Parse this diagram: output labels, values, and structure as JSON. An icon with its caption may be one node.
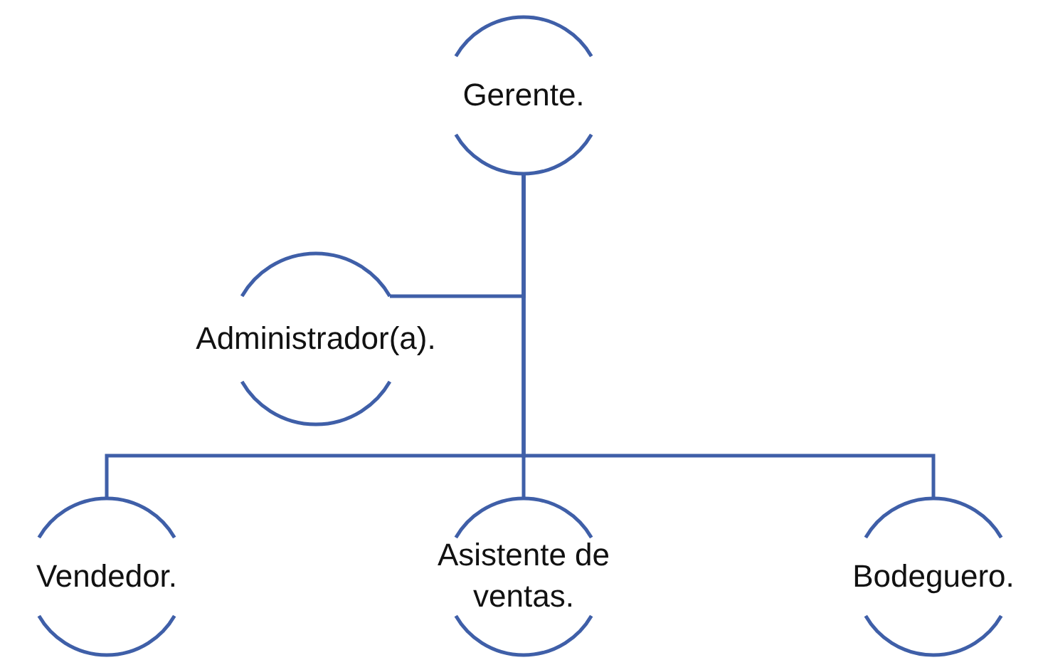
{
  "diagram": {
    "nodes": [
      {
        "text": [
          "Gerente."
        ]
      },
      {
        "text": [
          "Administrador(a)."
        ]
      },
      {
        "text": [
          "Vendedor."
        ]
      },
      {
        "text": [
          "Asistente de ventas."
        ]
      },
      {
        "text": [
          "Bodeguero."
        ]
      }
    ],
    "edges": [
      {
        "from": 0,
        "to": 1,
        "arrow": "none"
      },
      {
        "from": 0,
        "to": 2,
        "arrow": "none"
      },
      {
        "from": 0,
        "to": 3,
        "arrow": "none"
      },
      {
        "from": 0,
        "to": 4,
        "arrow": "none"
      }
    ]
  }
}
